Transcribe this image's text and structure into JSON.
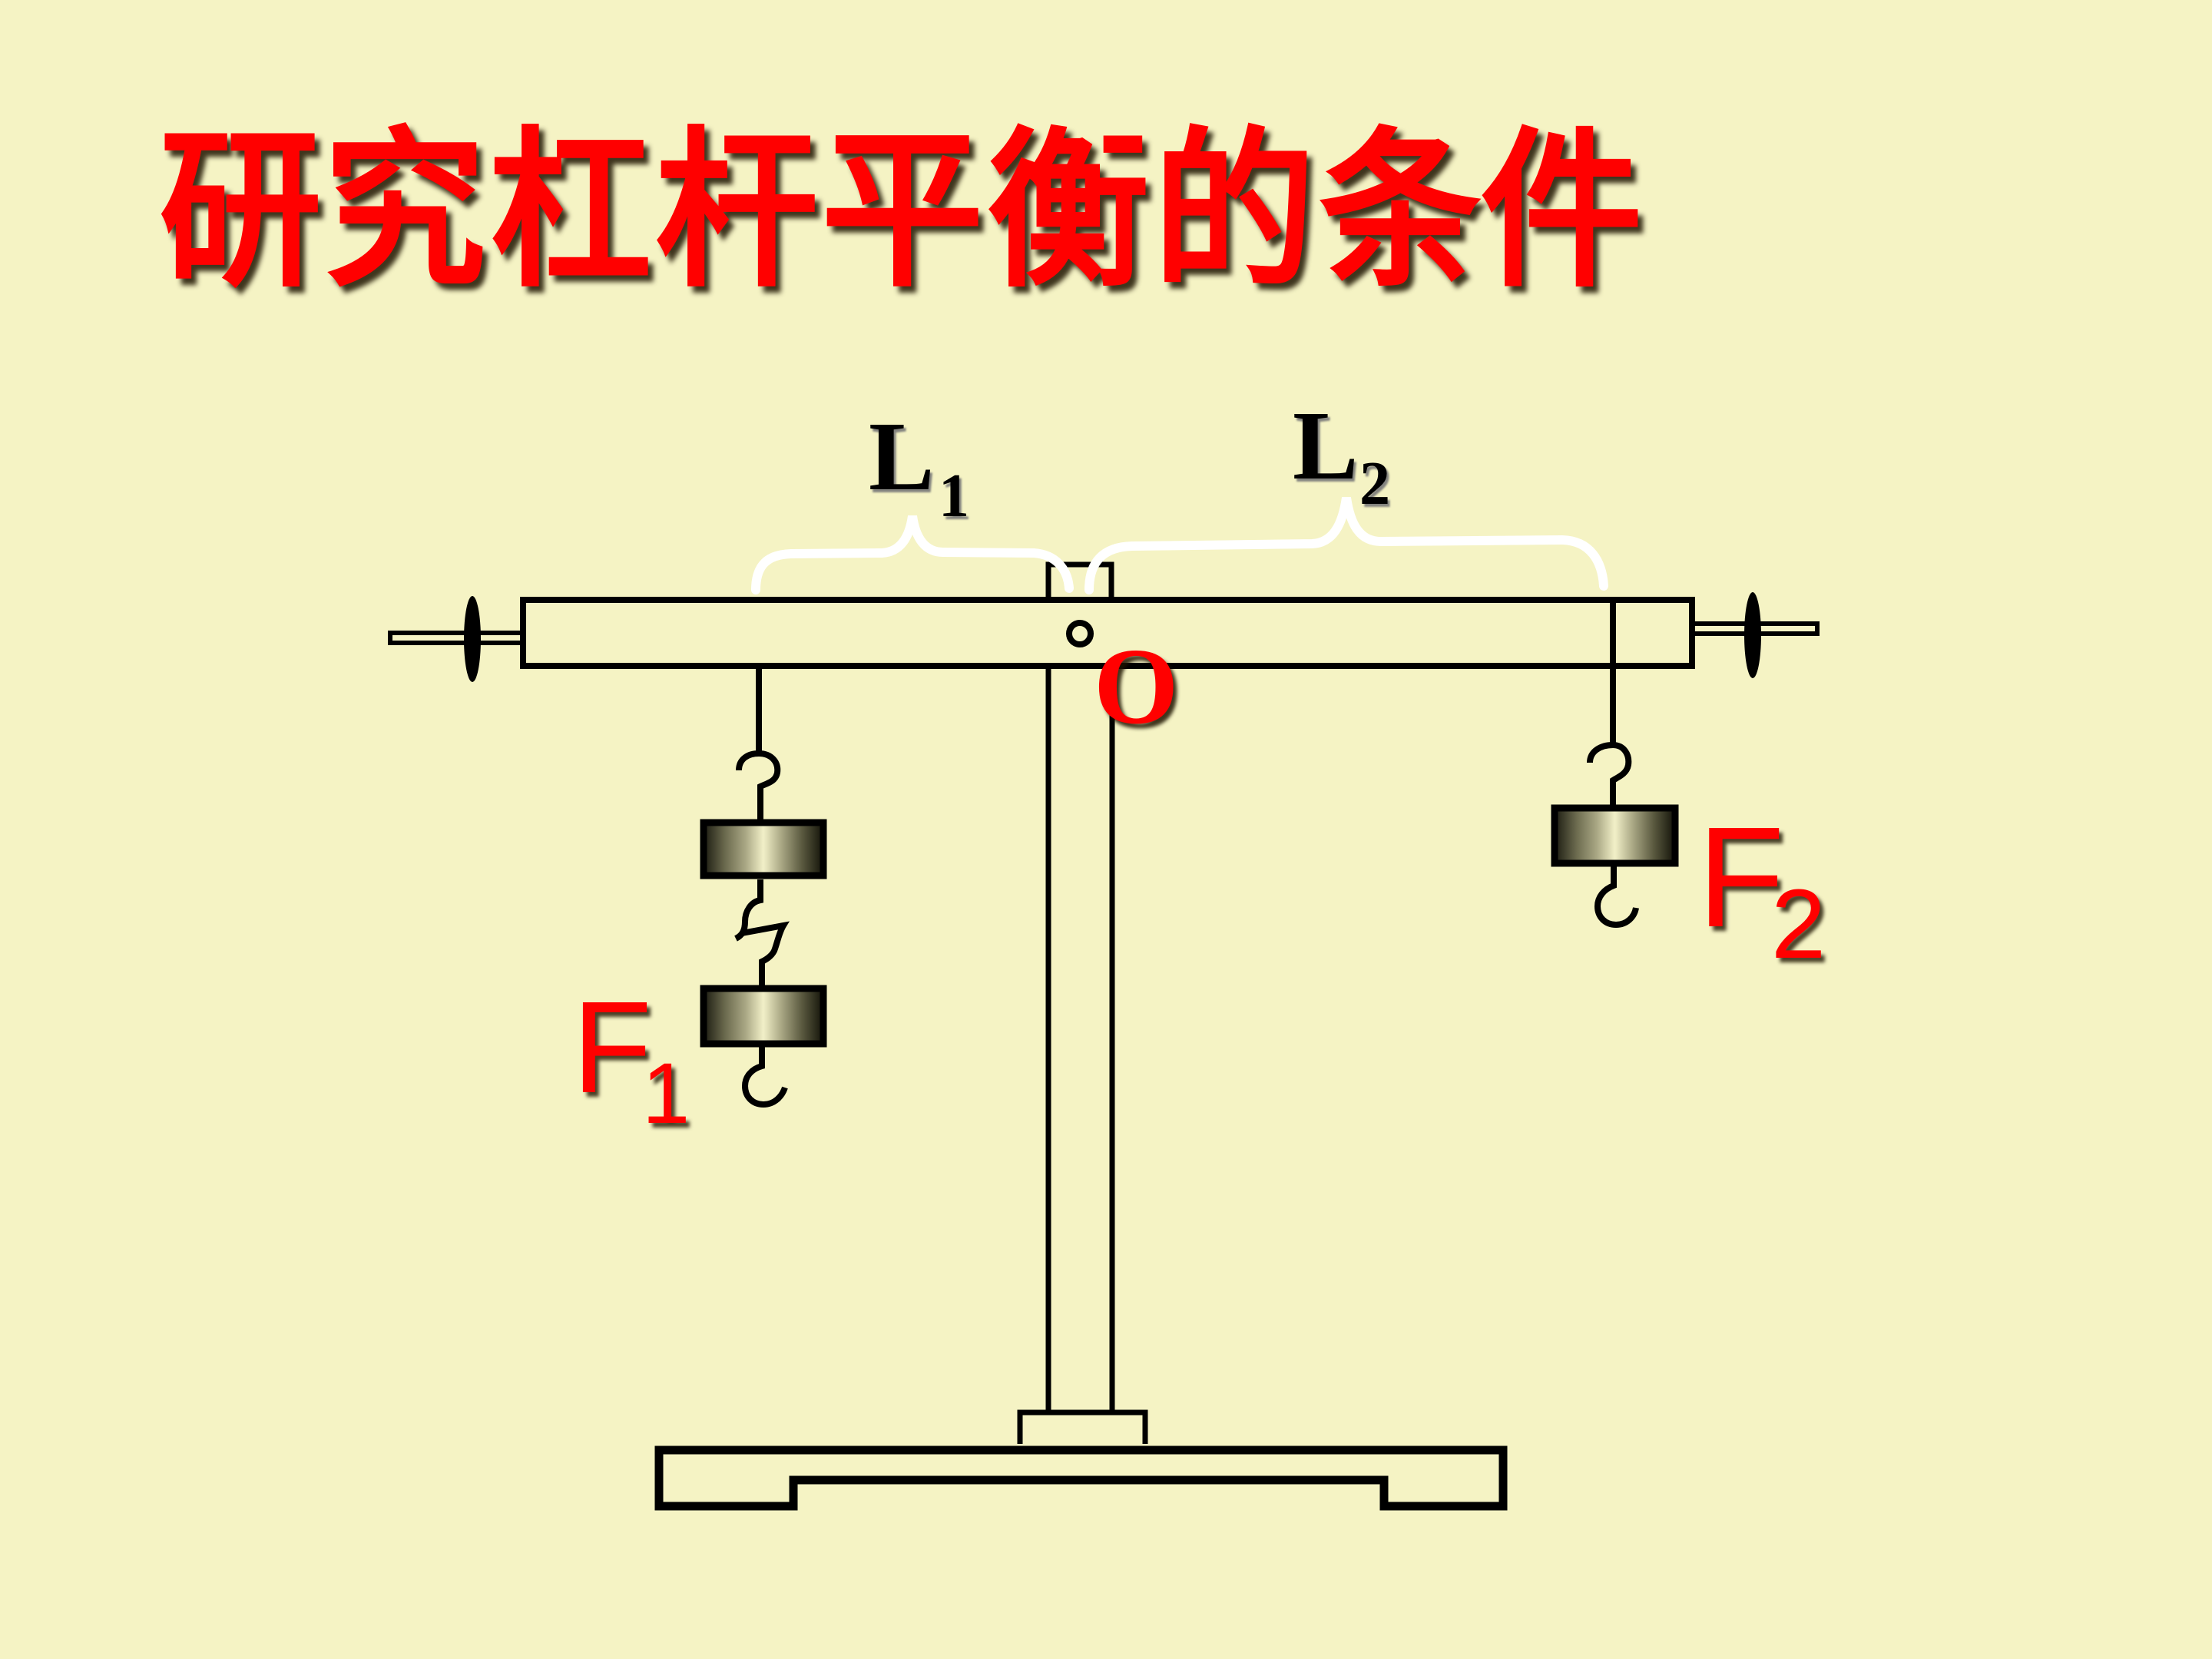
{
  "slide": {
    "title": "研究杠杆平衡的条件",
    "title_chars": [
      "研",
      "究",
      "杠",
      "杆",
      "平",
      "衡",
      "的",
      "条",
      "件"
    ],
    "background_color": "#F5F3C4",
    "title_color": "#FF0000"
  },
  "diagram": {
    "description": "Lever balance apparatus with fulcrum O, two hooked weights on the left (F1) and one on the right (F2)",
    "labels": {
      "arm_left": {
        "main": "L",
        "sub": "1"
      },
      "arm_right": {
        "main": "L",
        "sub": "2"
      },
      "fulcrum": "O",
      "force_left": {
        "main": "F",
        "sub": "1"
      },
      "force_right": {
        "main": "F",
        "sub": "2"
      }
    },
    "left_weights_count": 2,
    "right_weights_count": 1,
    "colors": {
      "line": "#000000",
      "brace": "#FFFFFF",
      "label_red": "#FF0000",
      "label_black": "#000000"
    }
  }
}
